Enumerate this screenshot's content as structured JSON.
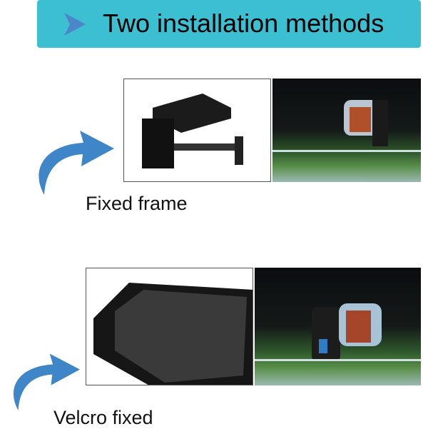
{
  "header": {
    "title": "Two installation methods",
    "icon": "play-arrow-icon",
    "background": "#3dbfd2",
    "icon_color": "#4a86c8"
  },
  "methods": [
    {
      "label": "Fixed frame"
    },
    {
      "label": "Velcro fixed"
    }
  ],
  "colors": {
    "arrow": "#3f86c9"
  }
}
